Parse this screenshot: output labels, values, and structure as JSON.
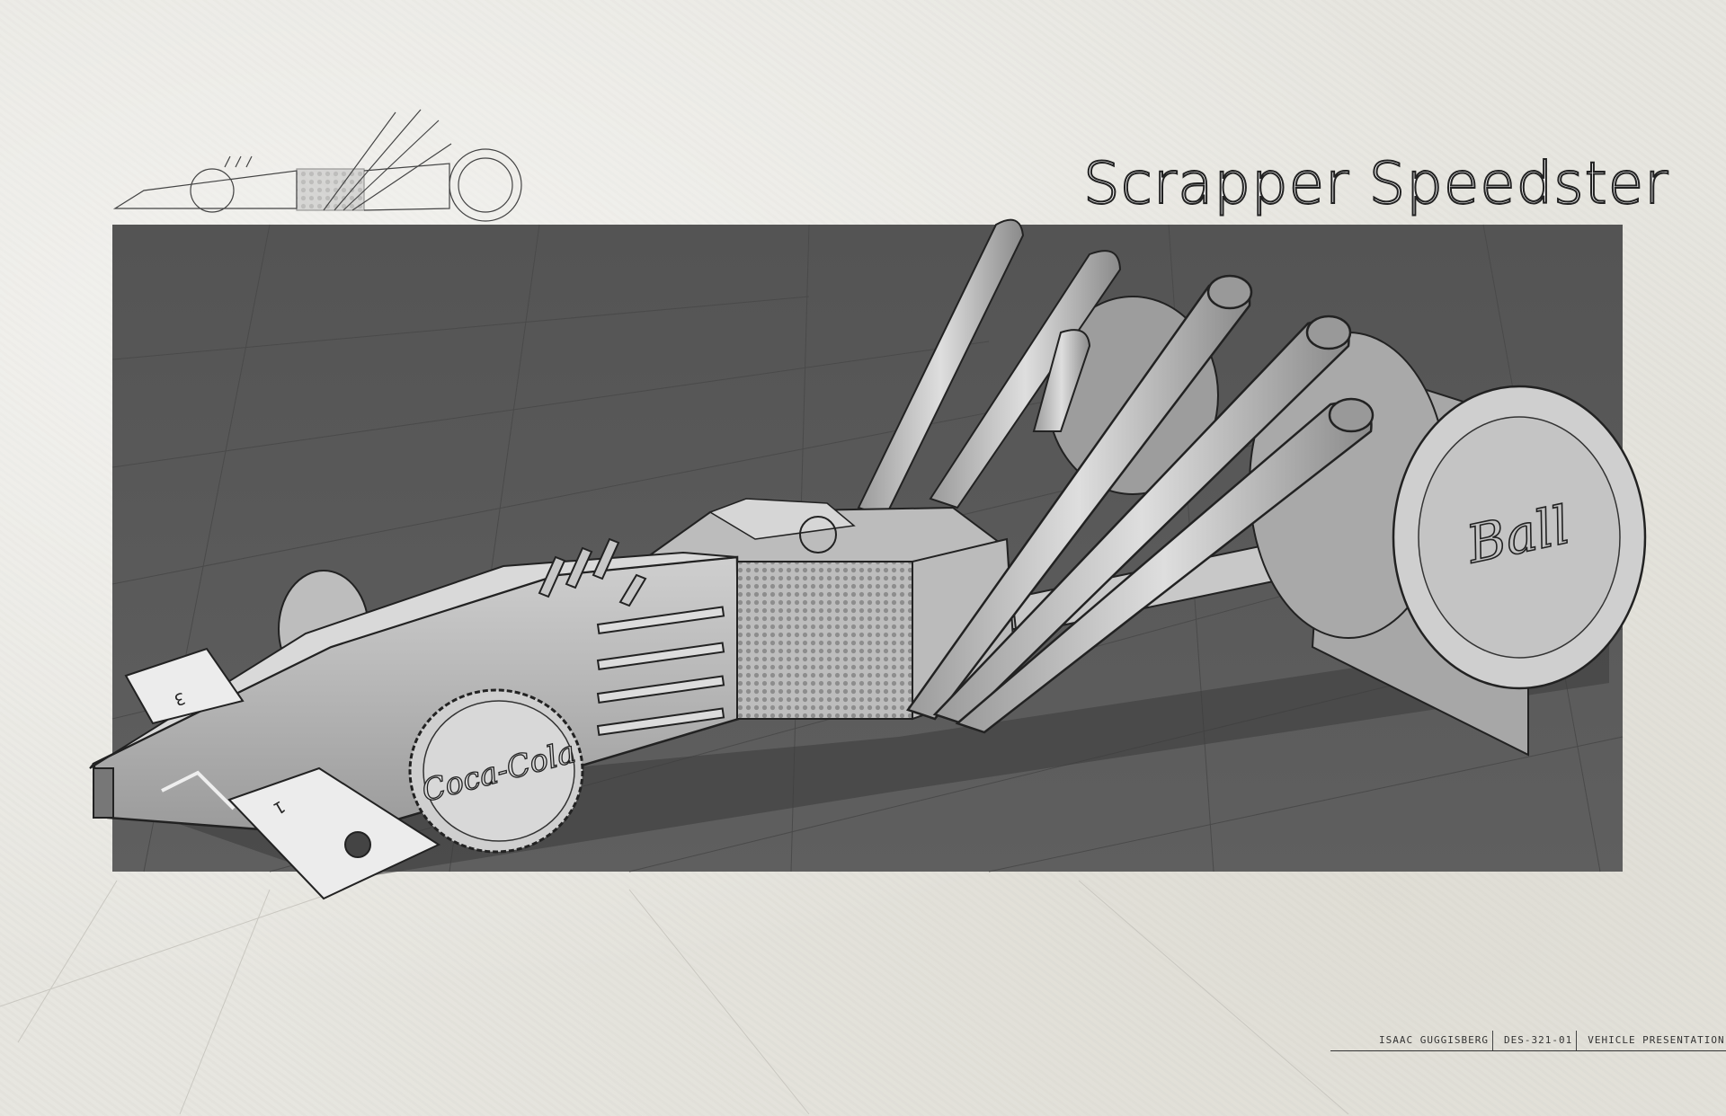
{
  "title": "Scrapper Speedster",
  "credit": {
    "author": "ISAAC GUGGISBERG",
    "course": "DES-321-01",
    "project": "VEHICLE PRESENTATION"
  },
  "illustration": {
    "rear_wheel_logo": "Ball",
    "front_wheel_logo": "Coca-Cola",
    "ruler_marks": [
      "3",
      "1"
    ]
  },
  "colors": {
    "paper": "#e7e6e0",
    "panel": "#595959",
    "car": "#d4d4d4",
    "outline": "#222222"
  }
}
